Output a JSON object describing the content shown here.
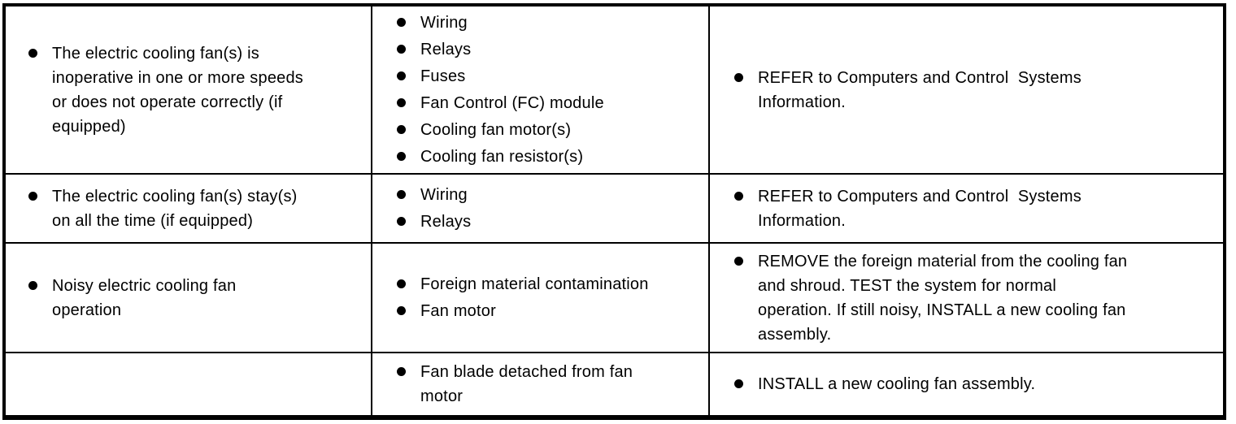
{
  "table": {
    "description": "Electric cooling fan diagnostic table (condition / possible sources / action)",
    "rows": [
      {
        "condition": "The electric cooling fan(s) is\ninoperative in one or more speeds\nor does not operate correctly (if\nequipped)",
        "sources": [
          "Wiring",
          "Relays",
          "Fuses",
          "Fan Control (FC) module",
          "Cooling fan motor(s)",
          "Cooling fan resistor(s)"
        ],
        "action": "REFER to Computers and Control  Systems\nInformation."
      },
      {
        "condition": "The electric cooling fan(s) stay(s)\non all the time (if equipped)",
        "sources": [
          "Wiring",
          "Relays"
        ],
        "action": "REFER to Computers and Control  Systems\nInformation."
      },
      {
        "condition": "Noisy electric cooling fan\noperation",
        "sources": [
          "Foreign material contamination",
          "Fan motor"
        ],
        "action": "REMOVE the foreign material from the cooling fan\nand shroud. TEST the system for normal\noperation. If still noisy, INSTALL a new cooling fan\nassembly."
      },
      {
        "condition": "",
        "sources": [
          "Fan blade detached from fan\nmotor"
        ],
        "action": "INSTALL a new cooling fan assembly."
      }
    ]
  }
}
